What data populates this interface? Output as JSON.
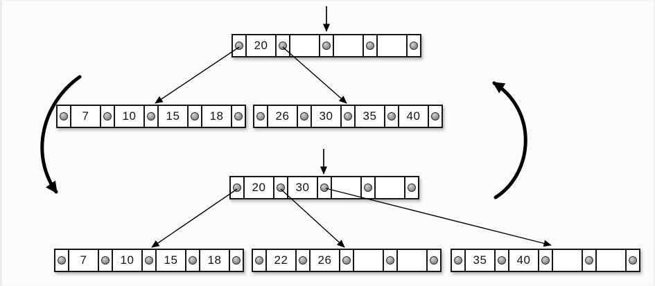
{
  "top_tree": {
    "root": {
      "keys": [
        "20",
        "",
        "",
        ""
      ]
    },
    "left_child": {
      "keys": [
        "7",
        "10",
        "15",
        "18"
      ]
    },
    "right_child": {
      "keys": [
        "26",
        "30",
        "35",
        "40"
      ]
    }
  },
  "bottom_tree": {
    "root": {
      "keys": [
        "20",
        "30",
        "",
        ""
      ]
    },
    "left_child": {
      "keys": [
        "7",
        "10",
        "15",
        "18"
      ]
    },
    "middle_child": {
      "keys": [
        "22",
        "26",
        "",
        ""
      ]
    },
    "right_child": {
      "keys": [
        "35",
        "40",
        "",
        ""
      ]
    }
  },
  "icons": {
    "pointer_slot": "pointer-dot",
    "insertion_cursor": "down-arrow",
    "cycle_left": "curved-arrow-down",
    "cycle_right": "curved-arrow-up"
  },
  "colors": {
    "background": "#fbfbfb",
    "node_fill": "#ffffff",
    "node_border": "#161616",
    "pointer_dot": "#949494",
    "arrow": "#000000"
  }
}
